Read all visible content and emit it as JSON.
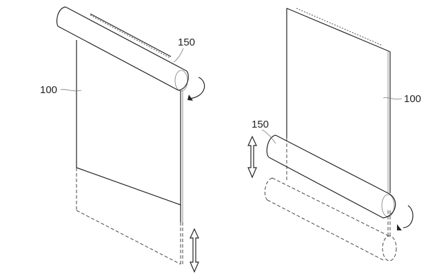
{
  "figure_left": {
    "roller_label": "150",
    "display_label": "100"
  },
  "figure_right": {
    "roller_label": "150",
    "display_label": "100"
  },
  "colors": {
    "line": "#222222",
    "background": "#ffffff"
  }
}
